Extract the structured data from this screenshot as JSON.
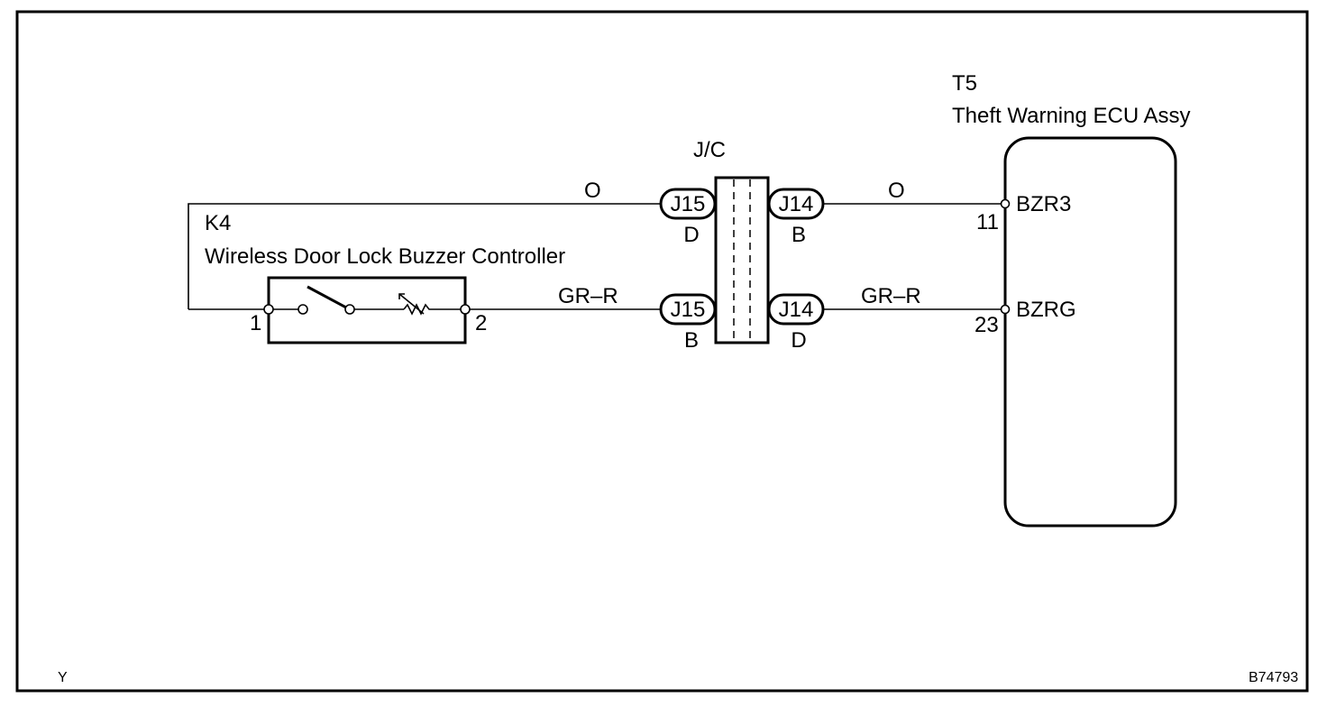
{
  "ecu": {
    "id": "T5",
    "name": "Theft Warning ECU Assy"
  },
  "jc": {
    "label": "J/C"
  },
  "buzzer": {
    "id": "K4",
    "name": "Wireless Door Lock Buzzer Controller",
    "pin_left": "1",
    "pin_right": "2"
  },
  "wires": {
    "top_left_color": "O",
    "top_right_color": "O",
    "bottom_left_color": "GR–R",
    "bottom_right_color": "GR–R"
  },
  "connectors": {
    "top_left": {
      "name": "J15",
      "sub": "D"
    },
    "top_right": {
      "name": "J14",
      "sub": "B"
    },
    "bottom_left": {
      "name": "J15",
      "sub": "B"
    },
    "bottom_right": {
      "name": "J14",
      "sub": "D"
    }
  },
  "ecu_pins": {
    "top": {
      "name": "BZR3",
      "number": "11"
    },
    "bottom": {
      "name": "BZRG",
      "number": "23"
    }
  },
  "footer": {
    "left_code": "Y",
    "right_code": "B74793"
  }
}
